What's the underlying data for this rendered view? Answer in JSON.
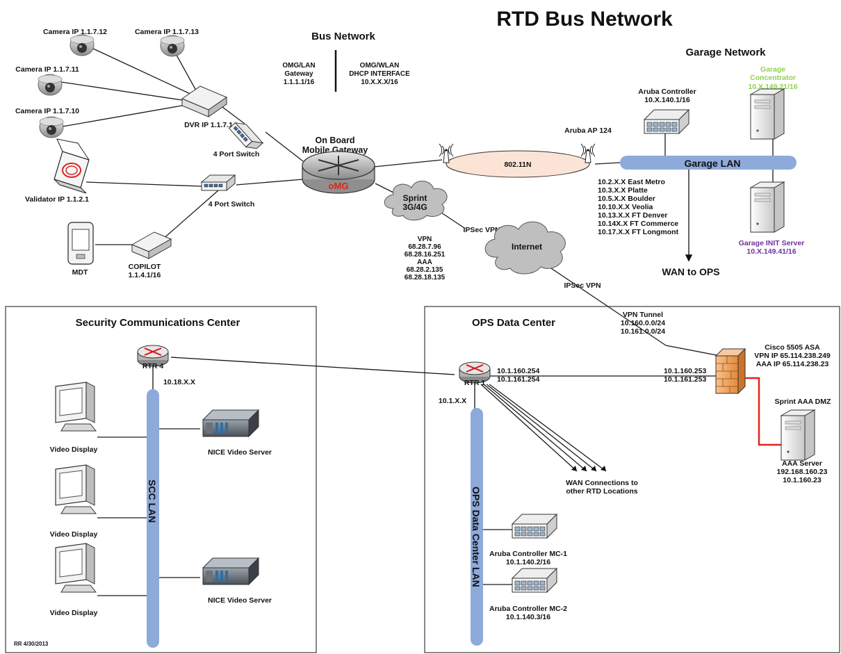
{
  "title": "RTD Bus Network",
  "sections": {
    "bus_network": "Bus Network",
    "garage_network": "Garage Network",
    "security_center": "Security Communications Center",
    "ops_center": "OPS Data Center"
  },
  "bus": {
    "omg_lan": [
      "OMG/LAN",
      "Gateway",
      "1.1.1.1/16"
    ],
    "omg_wlan": [
      "OMG/WLAN",
      "DHCP INTERFACE",
      "10.X.X.X/16"
    ],
    "cam12": "Camera IP 1.1.7.12",
    "cam13": "Camera IP 1.1.7.13",
    "cam11": "Camera IP 1.1.7.11",
    "cam10": "Camera IP 1.1.7.10",
    "dvr": "DVR IP 1.1.7.1",
    "switch_top": "4 Port Switch",
    "switch_bottom": "4 Port Switch",
    "validator": "Validator IP 1.1.2.1",
    "mdt": "MDT",
    "copilot": [
      "COPILOT",
      "1.1.4.1/16"
    ],
    "gateway_label": [
      "On Board",
      "Mobile Gateway"
    ],
    "omg": "oMG"
  },
  "wan": {
    "wifi": "802.11N",
    "sprint": [
      "Sprint",
      "3G/4G"
    ],
    "internet": "Internet",
    "ipsec1": "IPSec VPN",
    "ipsec2": "IPSec VPN",
    "vpn_ips": [
      "VPN",
      "68.28.7.96",
      "68.28.16.251",
      "AAA",
      "68.28.2.135",
      "68.28.18.135"
    ],
    "vpn_tunnel": [
      "VPN Tunnel",
      "10.160.0.0/24",
      "10.161.0.0/24"
    ]
  },
  "garage": {
    "aruba_ap": "Aruba AP 124",
    "aruba_controller": [
      "Aruba Controller",
      "10.X.140.1/16"
    ],
    "concentrator": [
      "Garage",
      "Concentrator",
      "10.X.149.21/16"
    ],
    "lan": "Garage LAN",
    "subnets": [
      "10.2.X.X East Metro",
      "10.3.X.X Platte",
      "10.5.X.X Boulder",
      "10.10.X.X Veolia",
      "10.13.X.X FT Denver",
      "10.14X.X FT Commerce",
      "10.17.X.X FT Longmont"
    ],
    "init_server": [
      "Garage INIT Server",
      "10.X.149.41/16"
    ],
    "wan_to_ops": "WAN to OPS"
  },
  "scc": {
    "rtr": "RTR 4",
    "rtr_ip": "10.18.X.X",
    "lan": "SCC LAN",
    "video_display_1": "Video Display",
    "video_display_2": "Video Display",
    "video_display_3": "Video Display",
    "nice_server_1": "NICE Video Server",
    "nice_server_2": "NICE Video Server"
  },
  "ops": {
    "rtr": "RTR 1",
    "rtr_ip": "10.1.X.X",
    "rtr_links": [
      "10.1.160.254",
      "10.1.161.254"
    ],
    "asa_links": [
      "10.1.160.253",
      "10.1.161.253"
    ],
    "asa": [
      "Cisco 5505 ASA",
      "VPN IP 65.114.238.249",
      "AAA IP 65.114.238.23"
    ],
    "dmz": "Sprint AAA DMZ",
    "aaa_server": [
      "AAA Server",
      "192.168.160.23",
      "10.1.160.23"
    ],
    "wan_connections": [
      "WAN Connections to",
      "other RTD Locations"
    ],
    "lan": "OPS Data Center LAN",
    "mc1": [
      "Aruba Controller MC-1",
      "10.1.140.2/16"
    ],
    "mc2": [
      "Aruba Controller MC-2",
      "10.1.140.3/16"
    ]
  },
  "footer": "RR 4/30/2013",
  "colors": {
    "lan_bar": "#8eaadb",
    "wifi_ellipse": "#fbe4d5",
    "cloud": "#bfbfbf",
    "omg_red": "#e0241b",
    "concentrator_green": "#92d050",
    "init_purple": "#7030a0",
    "dmz_link": "#e0241b",
    "firewall": "#f4a460"
  }
}
